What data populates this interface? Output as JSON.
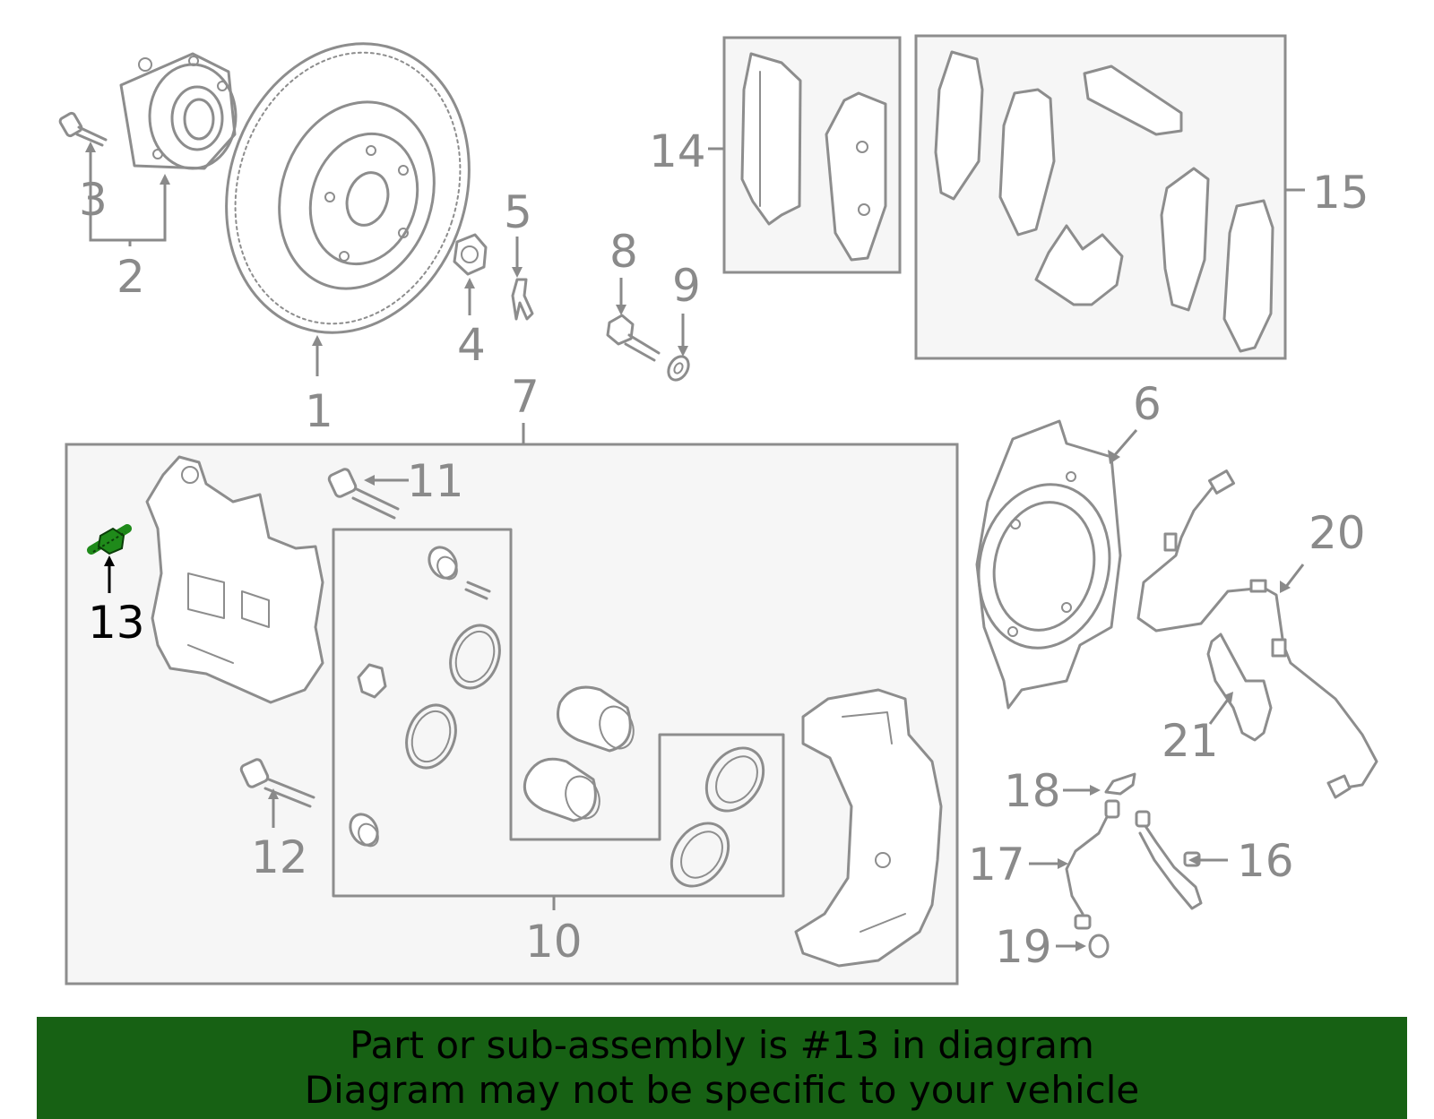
{
  "callouts": [
    {
      "id": "1",
      "label": "1"
    },
    {
      "id": "2",
      "label": "2"
    },
    {
      "id": "3",
      "label": "3"
    },
    {
      "id": "4",
      "label": "4"
    },
    {
      "id": "5",
      "label": "5"
    },
    {
      "id": "6",
      "label": "6"
    },
    {
      "id": "7",
      "label": "7"
    },
    {
      "id": "8",
      "label": "8"
    },
    {
      "id": "9",
      "label": "9"
    },
    {
      "id": "10",
      "label": "10"
    },
    {
      "id": "11",
      "label": "11"
    },
    {
      "id": "12",
      "label": "12"
    },
    {
      "id": "13",
      "label": "13"
    },
    {
      "id": "14",
      "label": "14"
    },
    {
      "id": "15",
      "label": "15"
    },
    {
      "id": "16",
      "label": "16"
    },
    {
      "id": "17",
      "label": "17"
    },
    {
      "id": "18",
      "label": "18"
    },
    {
      "id": "19",
      "label": "19"
    },
    {
      "id": "20",
      "label": "20"
    },
    {
      "id": "21",
      "label": "21"
    }
  ],
  "highlighted_part": "13",
  "colors": {
    "highlight_part": "#1f8a1a",
    "banner_background": "#176114",
    "line_art": "#8d8d8d",
    "callout_text": "#8a8a8a",
    "highlight_text": "#000000"
  },
  "banner": {
    "line1": "Part or sub-assembly is #13 in diagram",
    "line2": "Diagram may not be specific to your vehicle"
  }
}
